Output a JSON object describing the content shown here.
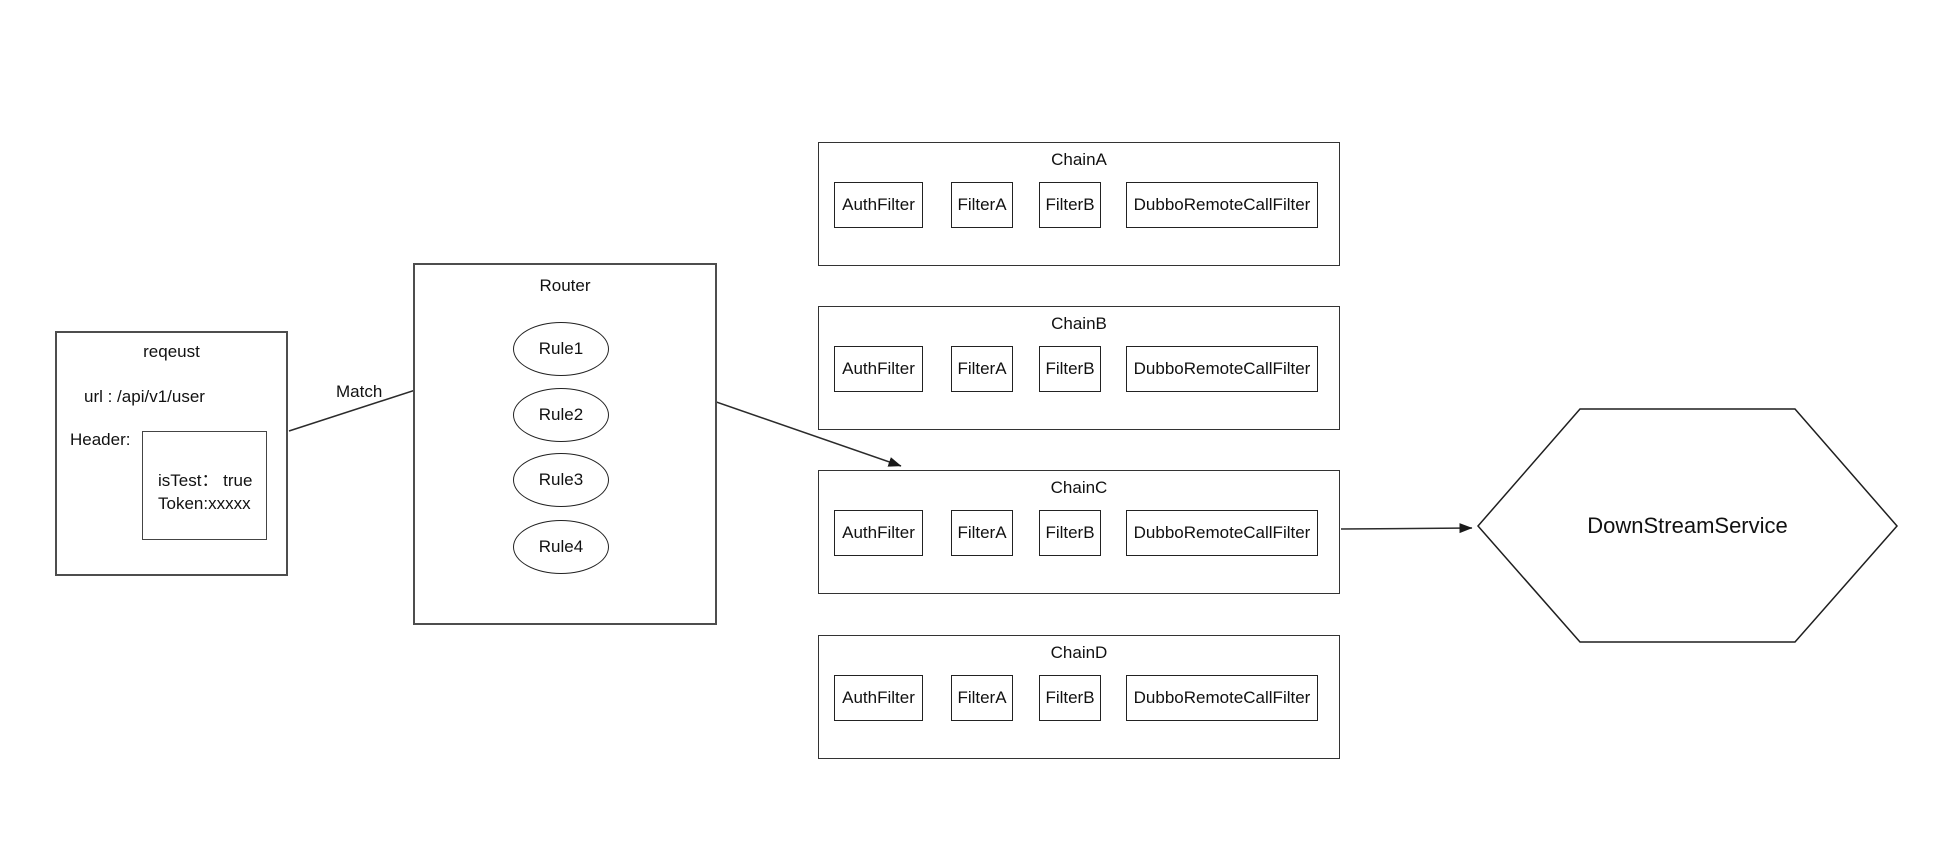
{
  "request": {
    "title": "reqeust",
    "url": "url : /api/v1/user",
    "header_label": "Header:",
    "header_fields": [
      "isTest： true",
      "Token:xxxxx"
    ]
  },
  "match_label": "Match",
  "router": {
    "title": "Router",
    "rules": [
      "Rule1",
      "Rule2",
      "Rule3",
      "Rule4"
    ]
  },
  "chains": [
    {
      "title": "ChainA",
      "filters": [
        "AuthFilter",
        "FilterA",
        "FilterB",
        "DubboRemoteCallFilter"
      ]
    },
    {
      "title": "ChainB",
      "filters": [
        "AuthFilter",
        "FilterA",
        "FilterB",
        "DubboRemoteCallFilter"
      ]
    },
    {
      "title": "ChainC",
      "filters": [
        "AuthFilter",
        "FilterA",
        "FilterB",
        "DubboRemoteCallFilter"
      ]
    },
    {
      "title": "ChainD",
      "filters": [
        "AuthFilter",
        "FilterA",
        "FilterB",
        "DubboRemoteCallFilter"
      ]
    }
  ],
  "downstream": {
    "label": "DownStreamService"
  },
  "colors": {
    "background": "#ffffff",
    "border": "#4d4d4d",
    "line": "#2b2b2b",
    "text": "#111111"
  }
}
